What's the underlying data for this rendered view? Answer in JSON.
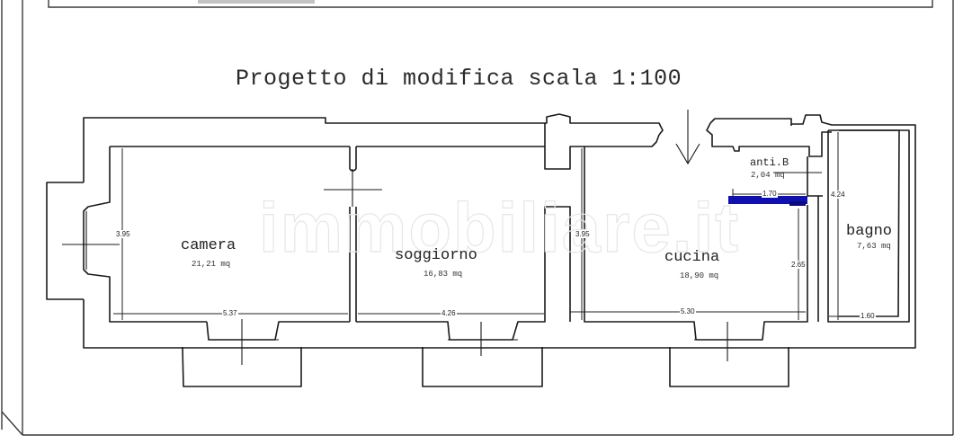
{
  "title": "Progetto di modifica scala 1:100",
  "watermark": "immobiliare.it",
  "colors": {
    "walls": "#1a1a1a",
    "highlight_bar": "#1010b0",
    "background": "#ffffff"
  },
  "rooms": [
    {
      "name": "camera",
      "area": "21,21 mq"
    },
    {
      "name": "soggiorno",
      "area": "16,83 mq"
    },
    {
      "name": "cucina",
      "area": "18,90 mq"
    },
    {
      "name": "anti.B",
      "area": "2,04 mq"
    },
    {
      "name": "bagno",
      "area": "7,63 mq"
    }
  ],
  "dimensions": {
    "camera_height": "3.95",
    "camera_width": "5.37",
    "soggiorno_width": "4.26",
    "cucina_height": "3.95",
    "cucina_width": "5.30",
    "cucina_right_height": "2.65",
    "anti_width": "1.70",
    "bagno_height": "4.24",
    "bagno_width": "1.60"
  },
  "symbols": {
    "entrance_arrow": "arrow-down"
  }
}
